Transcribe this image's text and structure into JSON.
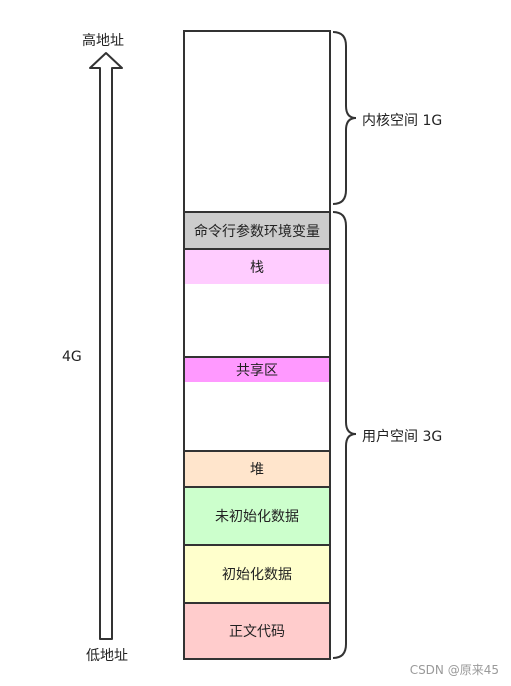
{
  "address": {
    "high": "高地址",
    "low": "低地址",
    "total": "4G"
  },
  "segments": {
    "kernel": {
      "label": "",
      "color": "#ffffff"
    },
    "cmdline": {
      "label": "命令行参数环境变量",
      "color": "#cccccc"
    },
    "stack": {
      "label": "栈",
      "color": "#ffccff"
    },
    "gap1": {
      "label": "",
      "color": "#ffffff"
    },
    "shared": {
      "label": "共享区",
      "color": "#ff99ff"
    },
    "gap2": {
      "label": "",
      "color": "#ffffff"
    },
    "heap": {
      "label": "堆",
      "color": "#ffe5cc"
    },
    "bss": {
      "label": "未初始化数据",
      "color": "#ccffcc"
    },
    "data": {
      "label": "初始化数据",
      "color": "#ffffcc"
    },
    "text": {
      "label": "正文代码",
      "color": "#ffcccc"
    }
  },
  "braces": {
    "kernel": "内核空间 1G",
    "user": "用户空间 3G"
  },
  "arrow_color": "#6666ff",
  "watermark": "CSDN @原来45"
}
